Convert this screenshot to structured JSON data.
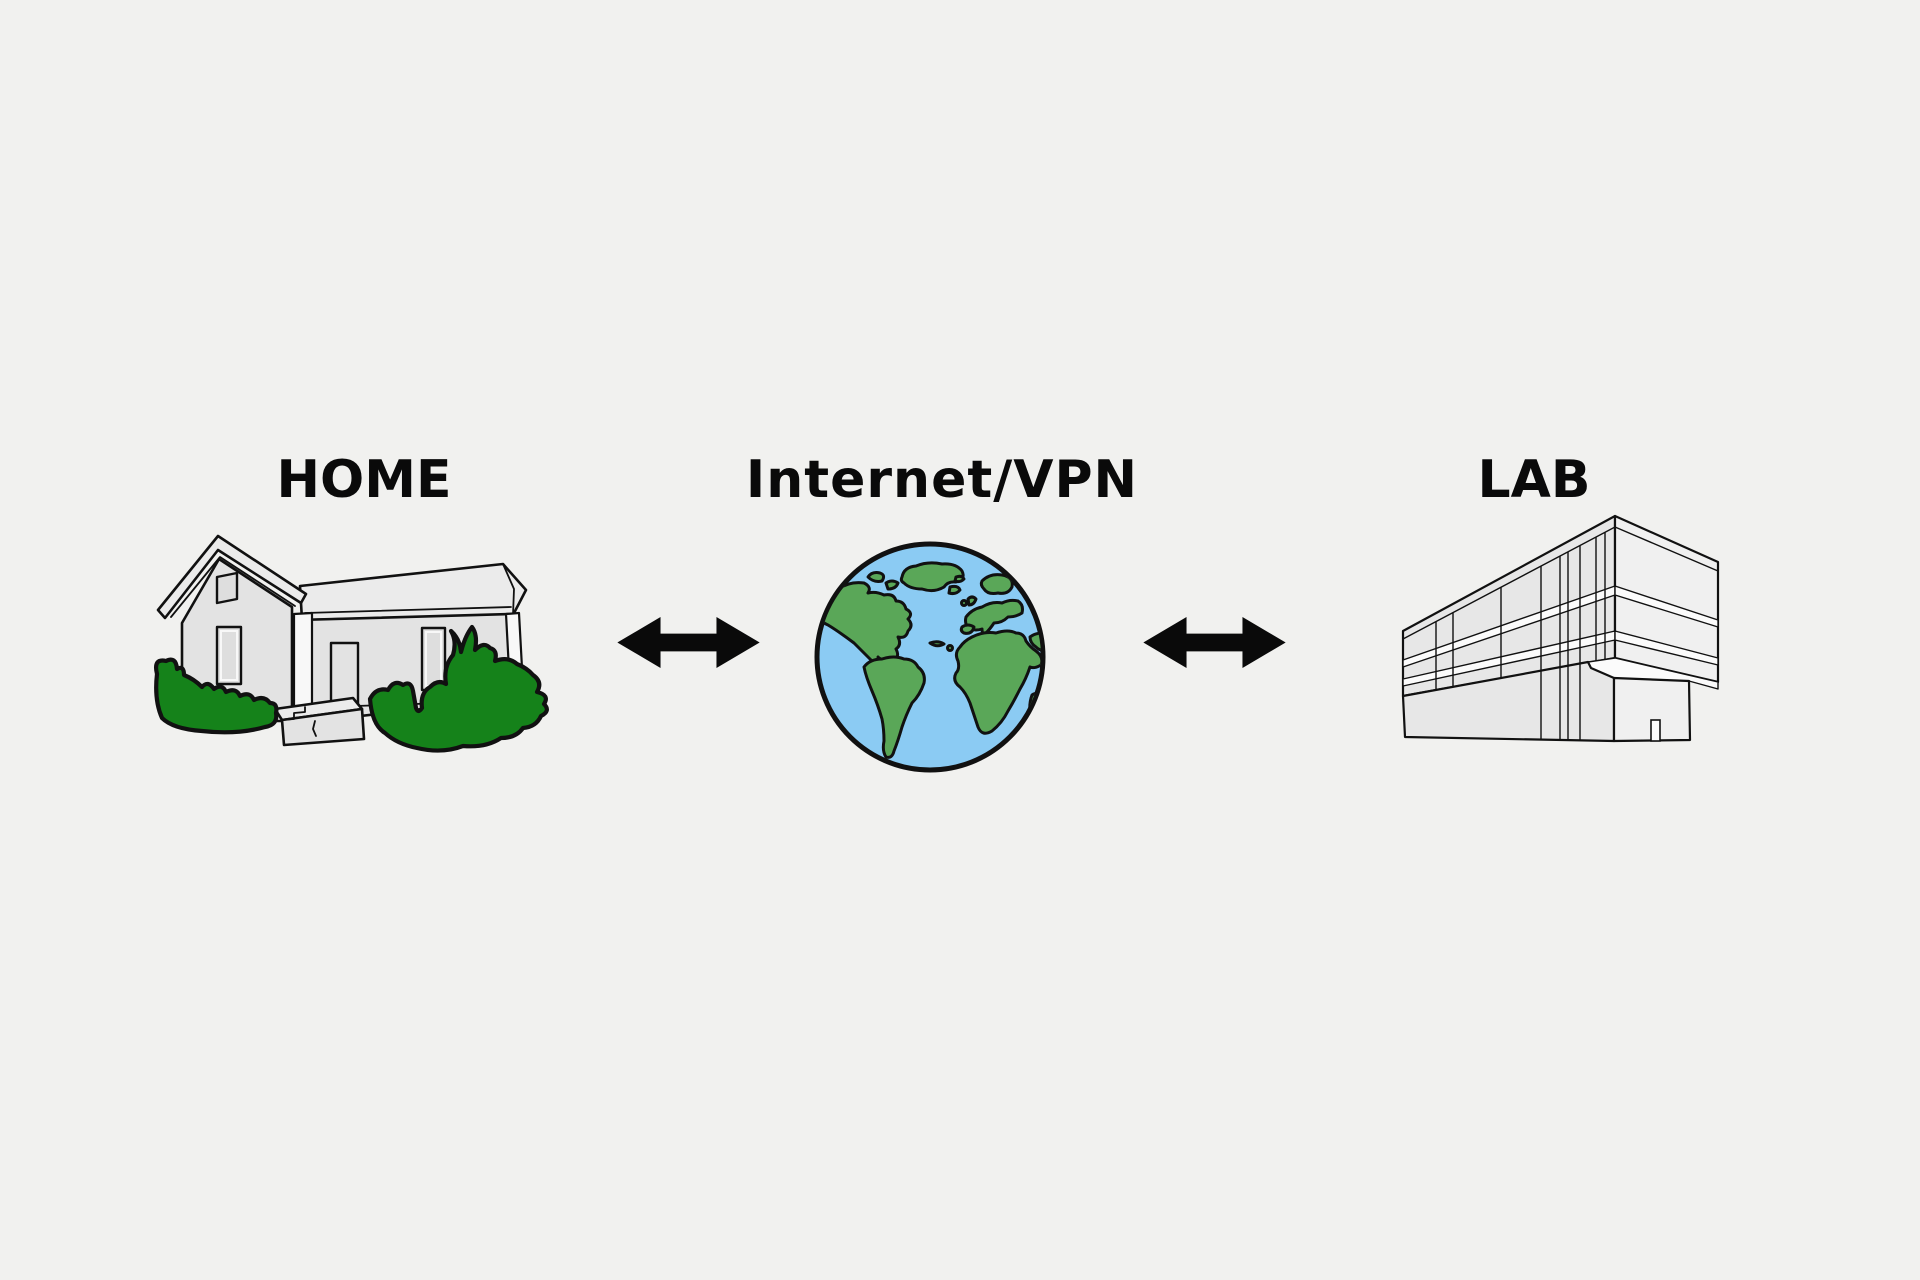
{
  "diagram": {
    "nodes": {
      "home": {
        "label": "HOME",
        "icon": "house-icon"
      },
      "internet": {
        "label": "Internet/VPN",
        "icon": "globe-icon"
      },
      "lab": {
        "label": "LAB",
        "icon": "lab-building-icon"
      }
    },
    "connections": [
      {
        "from": "HOME",
        "to": "Internet/VPN",
        "style": "double-headed-arrow"
      },
      {
        "from": "Internet/VPN",
        "to": "LAB",
        "style": "double-headed-arrow"
      }
    ]
  },
  "colors": {
    "background": "#f1f1ef",
    "text": "#0a0a0a",
    "arrow": "#0a0a0a",
    "outline": "#111111",
    "bush-green": "#15821a",
    "land-green": "#5aa758",
    "ocean-blue": "#8bcbf3",
    "wall-gray": "#e3e3e3",
    "roof-gray": "#ebebeb",
    "window-gray": "#dedede",
    "trim-white": "#f8f8f8",
    "building-left": "#e7e7e7",
    "building-right": "#f0f0f0",
    "band-white": "#fbfbfb"
  }
}
